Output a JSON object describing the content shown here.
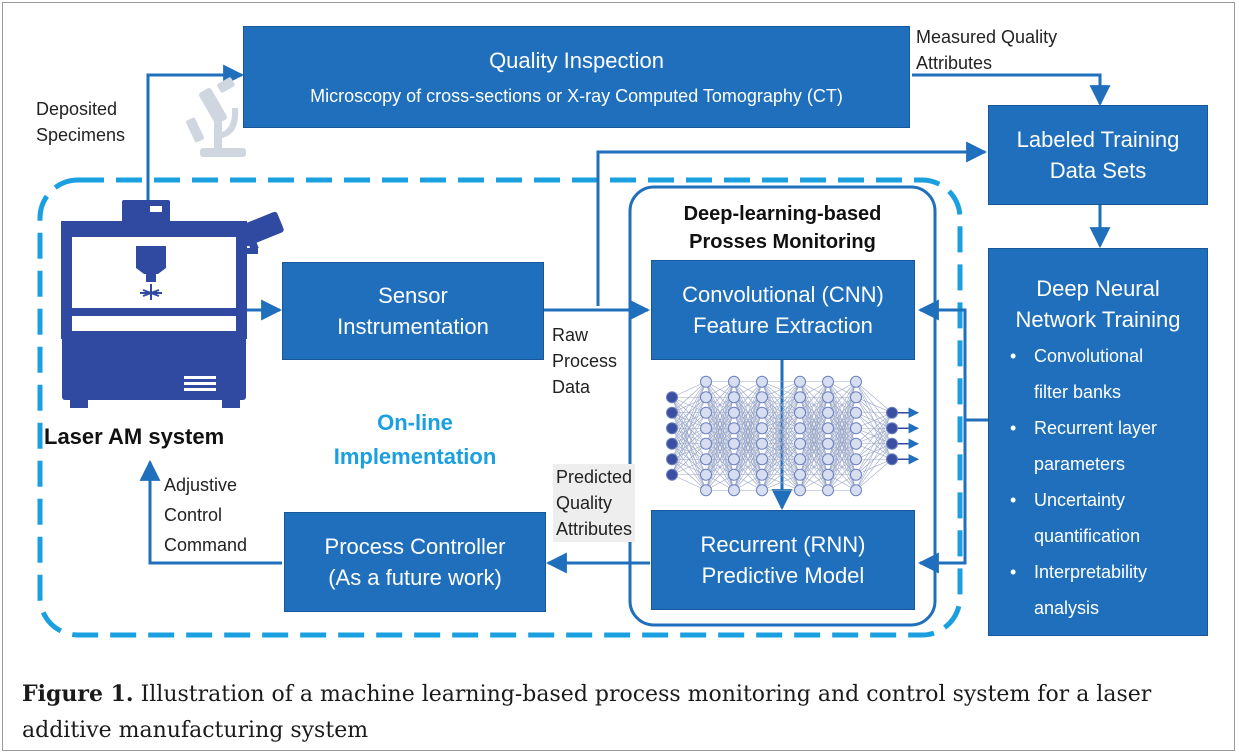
{
  "colors": {
    "box": "#1f6fbd",
    "accent": "#1aa0e0",
    "arrow": "#1f6fbd",
    "text": "#222222"
  },
  "quality_inspection": {
    "title": "Quality Inspection",
    "subtitle": "Microscopy of cross-sections or X-ray Computed Tomography (CT)"
  },
  "labels": {
    "deposited": [
      "Deposited",
      "Specimens"
    ],
    "measured": [
      "Measured Quality",
      "Attributes"
    ],
    "raw_data": [
      "Raw",
      "Process",
      "Data"
    ],
    "predicted": [
      "Predicted",
      "Quality",
      "Attributes"
    ],
    "adjustive": [
      "Adjustive",
      "Control",
      "Command"
    ],
    "laser_am": "Laser AM system",
    "online": [
      "On-line",
      "Implementation"
    ],
    "deep_learning": [
      "Deep-learning-based",
      "Prosses Monitoring"
    ]
  },
  "boxes": {
    "labeled_training": [
      "Labeled Training",
      "Data Sets"
    ],
    "sensor": [
      "Sensor",
      "Instrumentation"
    ],
    "cnn": [
      "Convolutional (CNN)",
      "Feature Extraction"
    ],
    "rnn": [
      "Recurrent (RNN)",
      "Predictive Model"
    ],
    "controller": [
      "Process Controller",
      "(As a future work)"
    ],
    "dnn_training": {
      "title": [
        "Deep Neural",
        "Network Training"
      ],
      "bullets": [
        [
          "Convolutional",
          "filter banks"
        ],
        [
          "Recurrent layer",
          "parameters"
        ],
        [
          "Uncertainty",
          "quantification"
        ],
        [
          "Interpretability",
          "analysis"
        ]
      ]
    }
  },
  "icons": [
    "microscope-icon",
    "camera-icon",
    "printer-icon",
    "neural-network-icon"
  ],
  "caption": {
    "label": "Figure 1.",
    "text": " Illustration of a machine learning-based process monitoring and control system for a laser additive manufacturing system"
  }
}
